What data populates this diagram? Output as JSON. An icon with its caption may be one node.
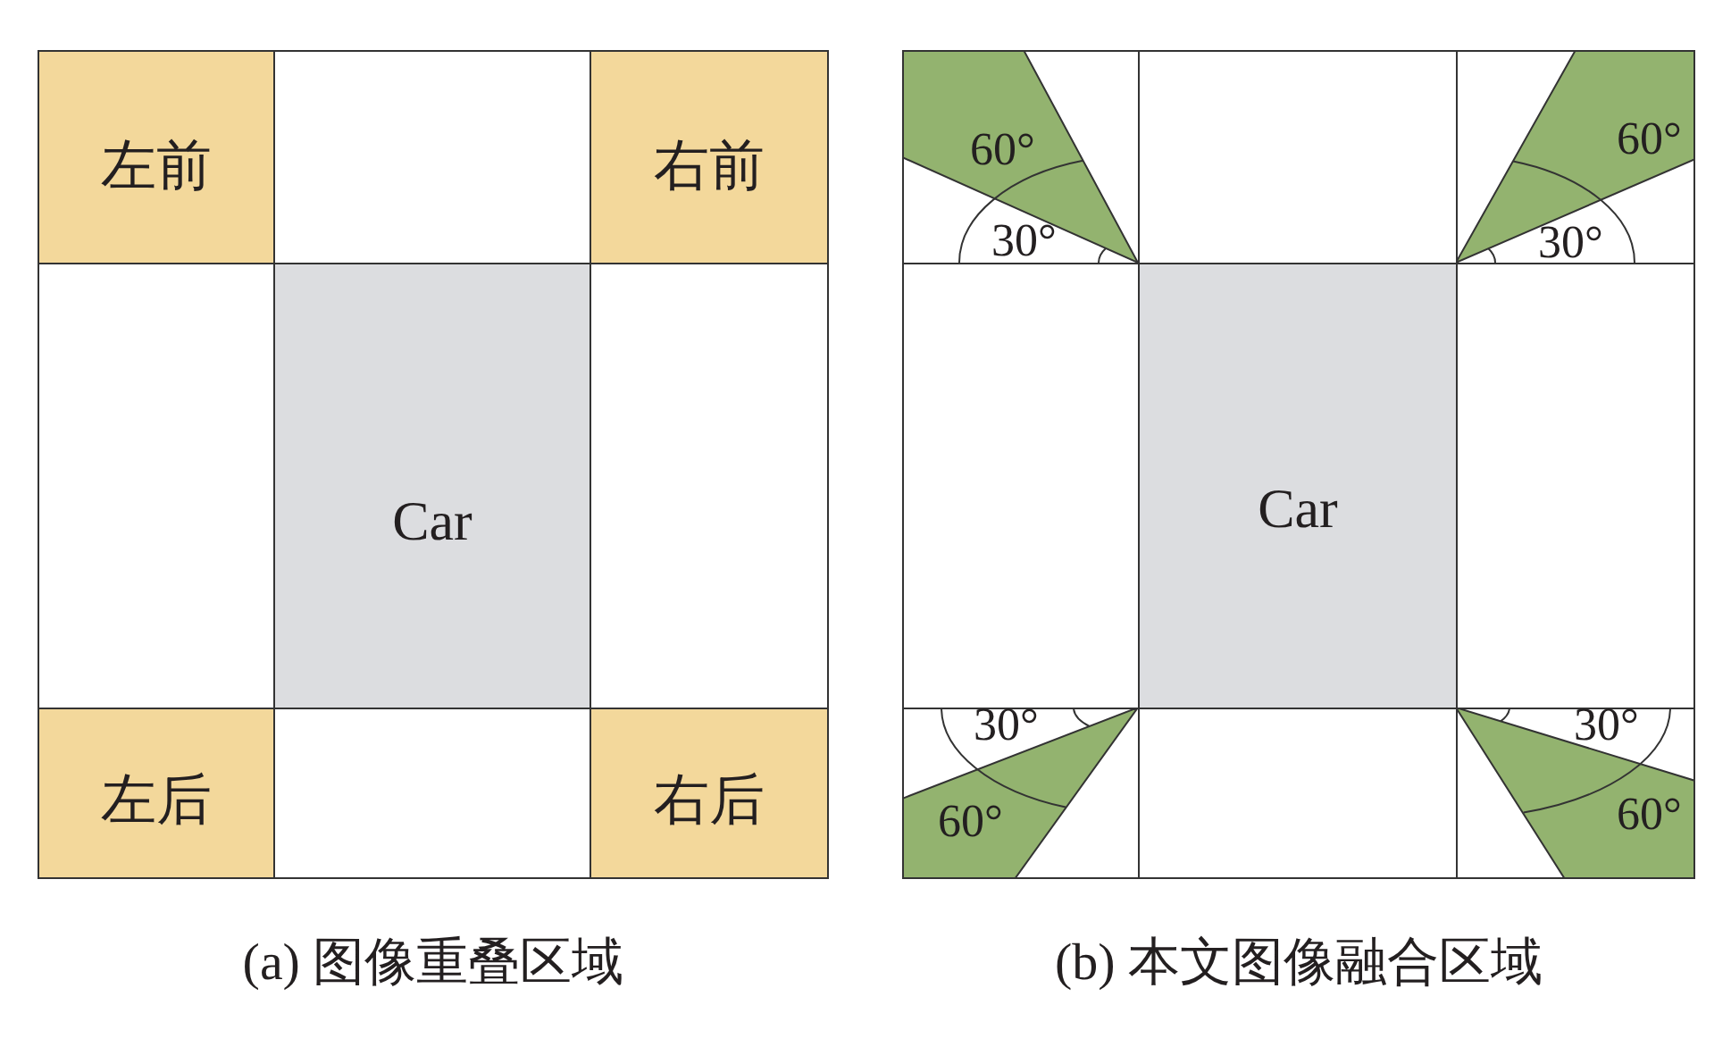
{
  "diagram": {
    "nodes": [
      {
        "text": [],
        "shape": "box",
        "beside": [
          "(a) 图像重叠区域"
        ]
      },
      {
        "text": [
          "左前"
        ],
        "in": 0
      },
      {
        "text": [],
        "shape": "box",
        "in": 0
      },
      {
        "text": [
          "右前"
        ],
        "in": 0
      },
      {
        "text": [],
        "shape": "box",
        "in": 0
      },
      {
        "text": [
          "Car"
        ],
        "in": 0
      },
      {
        "text": [],
        "shape": "box",
        "in": 0
      },
      {
        "text": [
          "左后"
        ],
        "in": 0
      },
      {
        "text": [],
        "shape": "box",
        "in": 0
      },
      {
        "text": [
          "右后"
        ],
        "in": 0
      },
      {
        "text": [],
        "shape": "box",
        "beside": [
          "(b) 本文图像融合区域"
        ]
      },
      {
        "text": [
          "60°",
          "30°"
        ],
        "in": 10
      },
      {
        "text": [],
        "shape": "box",
        "in": 10
      },
      {
        "text": [
          "60°",
          "30°"
        ],
        "in": 10
      },
      {
        "text": [],
        "shape": "box",
        "in": 10
      },
      {
        "text": [
          "Car"
        ],
        "in": 10
      },
      {
        "text": [],
        "shape": "box",
        "in": 10
      },
      {
        "text": [
          "30°",
          "60°"
        ],
        "in": 10
      },
      {
        "text": [],
        "shape": "box",
        "in": 10
      },
      {
        "text": [
          "30°",
          "60°"
        ],
        "in": 10
      }
    ]
  }
}
